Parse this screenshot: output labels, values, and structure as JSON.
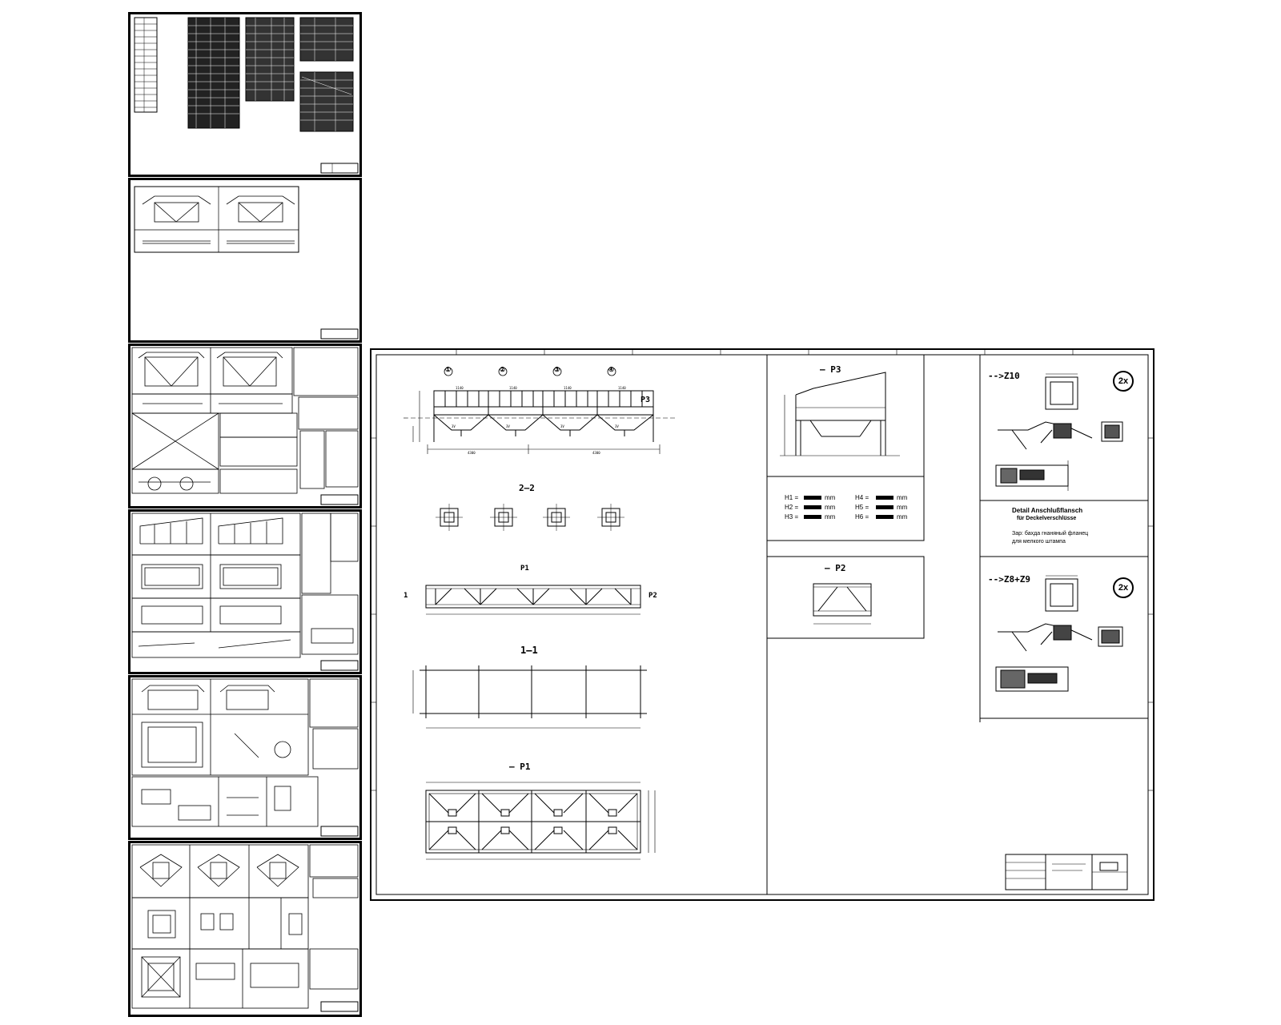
{
  "left_sheets": [
    {
      "name": "sheet-1-schedules"
    },
    {
      "name": "sheet-2-details"
    },
    {
      "name": "sheet-3-assembly"
    },
    {
      "name": "sheet-4-hopper-parts"
    },
    {
      "name": "sheet-5-frame-parts"
    },
    {
      "name": "sheet-6-flange-parts"
    }
  ],
  "main_sheet": {
    "views": {
      "p3_side": "P3",
      "axis_markers": [
        "①",
        "②",
        "③",
        "④"
      ],
      "section_22": "2—2",
      "section_z10": "Z10",
      "p1_top": "P1",
      "p2_label": "P2",
      "section_11": "1—1",
      "p1_plan": "— P1",
      "p3_detail": "— P3",
      "p2_detail": "— P2",
      "left_marker": "1",
      "right_marker": "P2"
    },
    "heights": {
      "h1": "H1 =",
      "h2": "H2 =",
      "h3": "H3 =",
      "h4": "H4 =",
      "h5": "H5 =",
      "h6": "H6 =",
      "unit": "mm"
    },
    "details": {
      "z10_title": "-->Z10",
      "z8z9_title": "-->Z8+Z9",
      "multiplier": "2x",
      "note_title": "Detail Anschlußflansch",
      "note_subtitle": "für Deckelverschlüsse",
      "note_line1": "Зар: бахда гнаняный фланец",
      "note_line2": "для мелкого штампа"
    }
  }
}
